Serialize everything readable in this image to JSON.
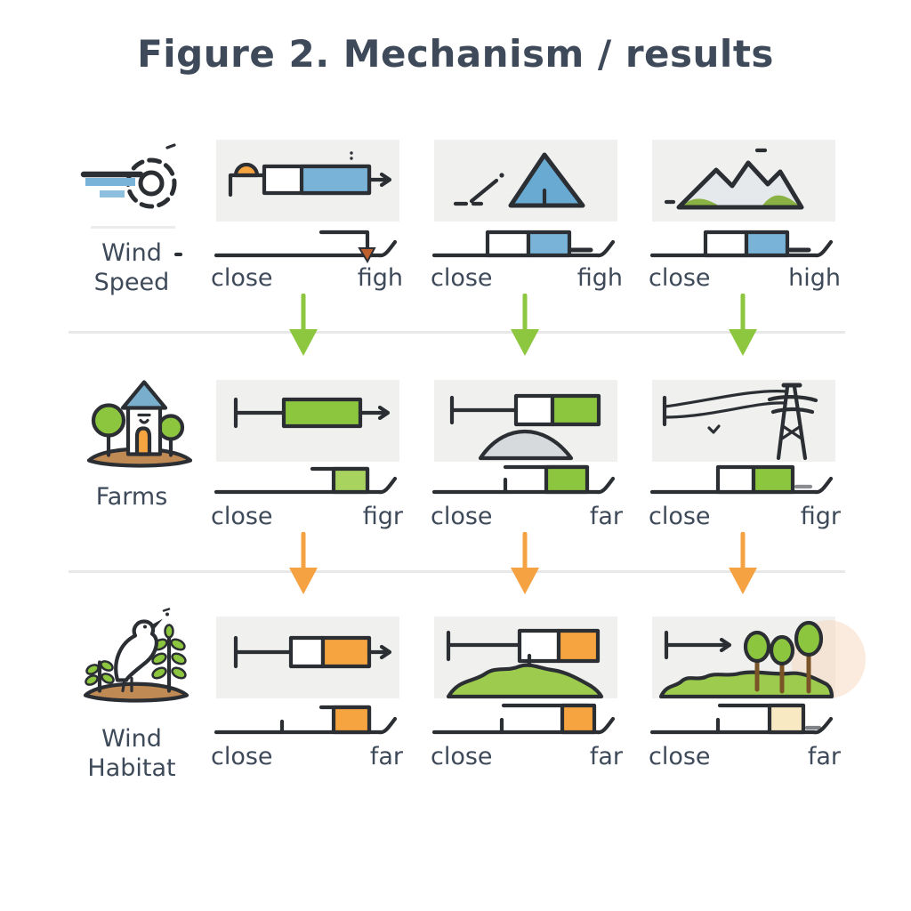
{
  "title": "Figure 2. Mechanism / results",
  "colors": {
    "ink": "#2b2e33",
    "text": "#3e4a59",
    "panel": "#f0f0ee",
    "divider": "#e8e8e8",
    "blue": "#79b4d8",
    "blue_deep": "#68aad2",
    "green": "#8cc63f",
    "green_light": "#a9d35f",
    "green_hill": "#9ccb4e",
    "orange": "#f6a440",
    "cream": "#f8e9c2",
    "rust": "#bf5f2e",
    "gray_mound": "#d7dadc",
    "mountain": "#e6e9ec",
    "brown": "#c08a55",
    "trunk": "#7a5426",
    "roof": "#7aaecd",
    "green_arrow": "#8dc63f",
    "orange_arrow": "#f5a243"
  },
  "rows": [
    {
      "label": "Wind Speed",
      "icon": "wind-speed-icon",
      "cells": [
        {
          "left": "close",
          "right": "figh"
        },
        {
          "left": "close",
          "right": "figh"
        },
        {
          "left": "close",
          "right": "high"
        }
      ]
    },
    {
      "label": "Farms",
      "icon": "farm-icon",
      "cells": [
        {
          "left": "close",
          "right": "figr"
        },
        {
          "left": "close",
          "right": "far"
        },
        {
          "left": "close",
          "right": "figr"
        }
      ]
    },
    {
      "label": "Wind Habitat",
      "icon": "bird-habitat-icon",
      "cells": [
        {
          "left": "close",
          "right": "far"
        },
        {
          "left": "close",
          "right": "far"
        },
        {
          "left": "close",
          "right": "far"
        }
      ]
    }
  ]
}
